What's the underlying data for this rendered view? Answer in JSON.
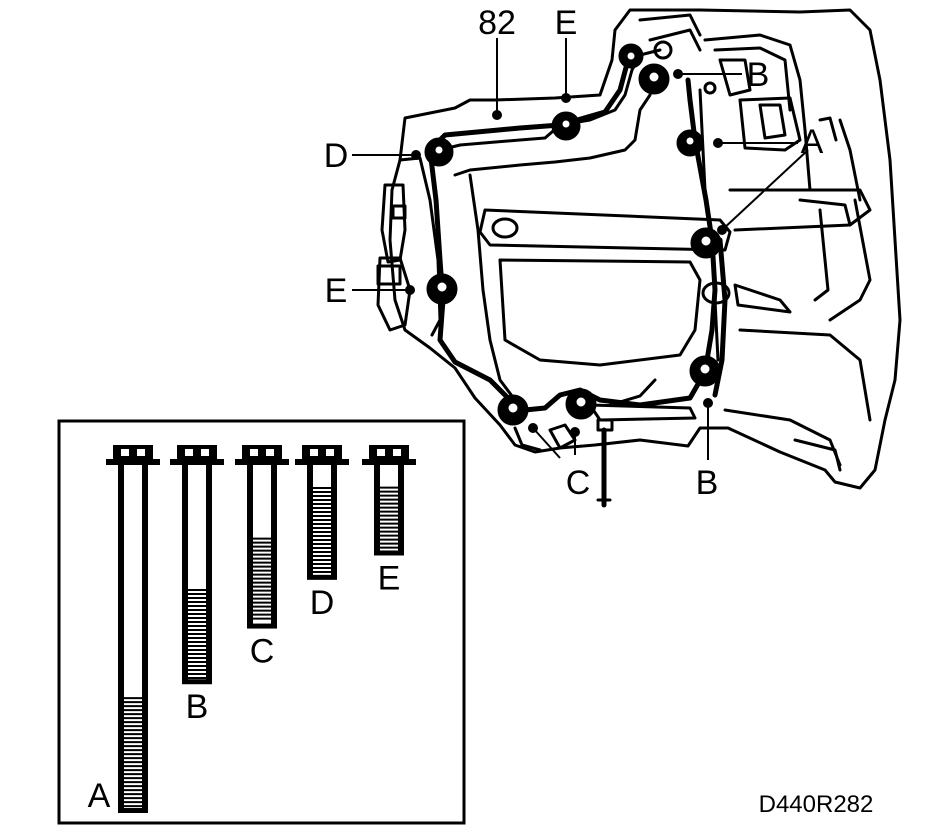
{
  "figure_code": "D440R282",
  "callouts": {
    "part_number": "82",
    "top_e": "E",
    "top_b": "B",
    "upper_left_d": "D",
    "right_a": "A",
    "left_e": "E",
    "bottom_c": "C",
    "bottom_b": "B"
  },
  "bolt_key": [
    {
      "letter": "A",
      "relative_length": 1.0,
      "thread_fraction": 0.33
    },
    {
      "letter": "B",
      "relative_length": 0.63,
      "thread_fraction": 0.43
    },
    {
      "letter": "C",
      "relative_length": 0.47,
      "thread_fraction": 0.55
    },
    {
      "letter": "D",
      "relative_length": 0.33,
      "thread_fraction": 0.8
    },
    {
      "letter": "E",
      "relative_length": 0.26,
      "thread_fraction": 0.75
    }
  ]
}
